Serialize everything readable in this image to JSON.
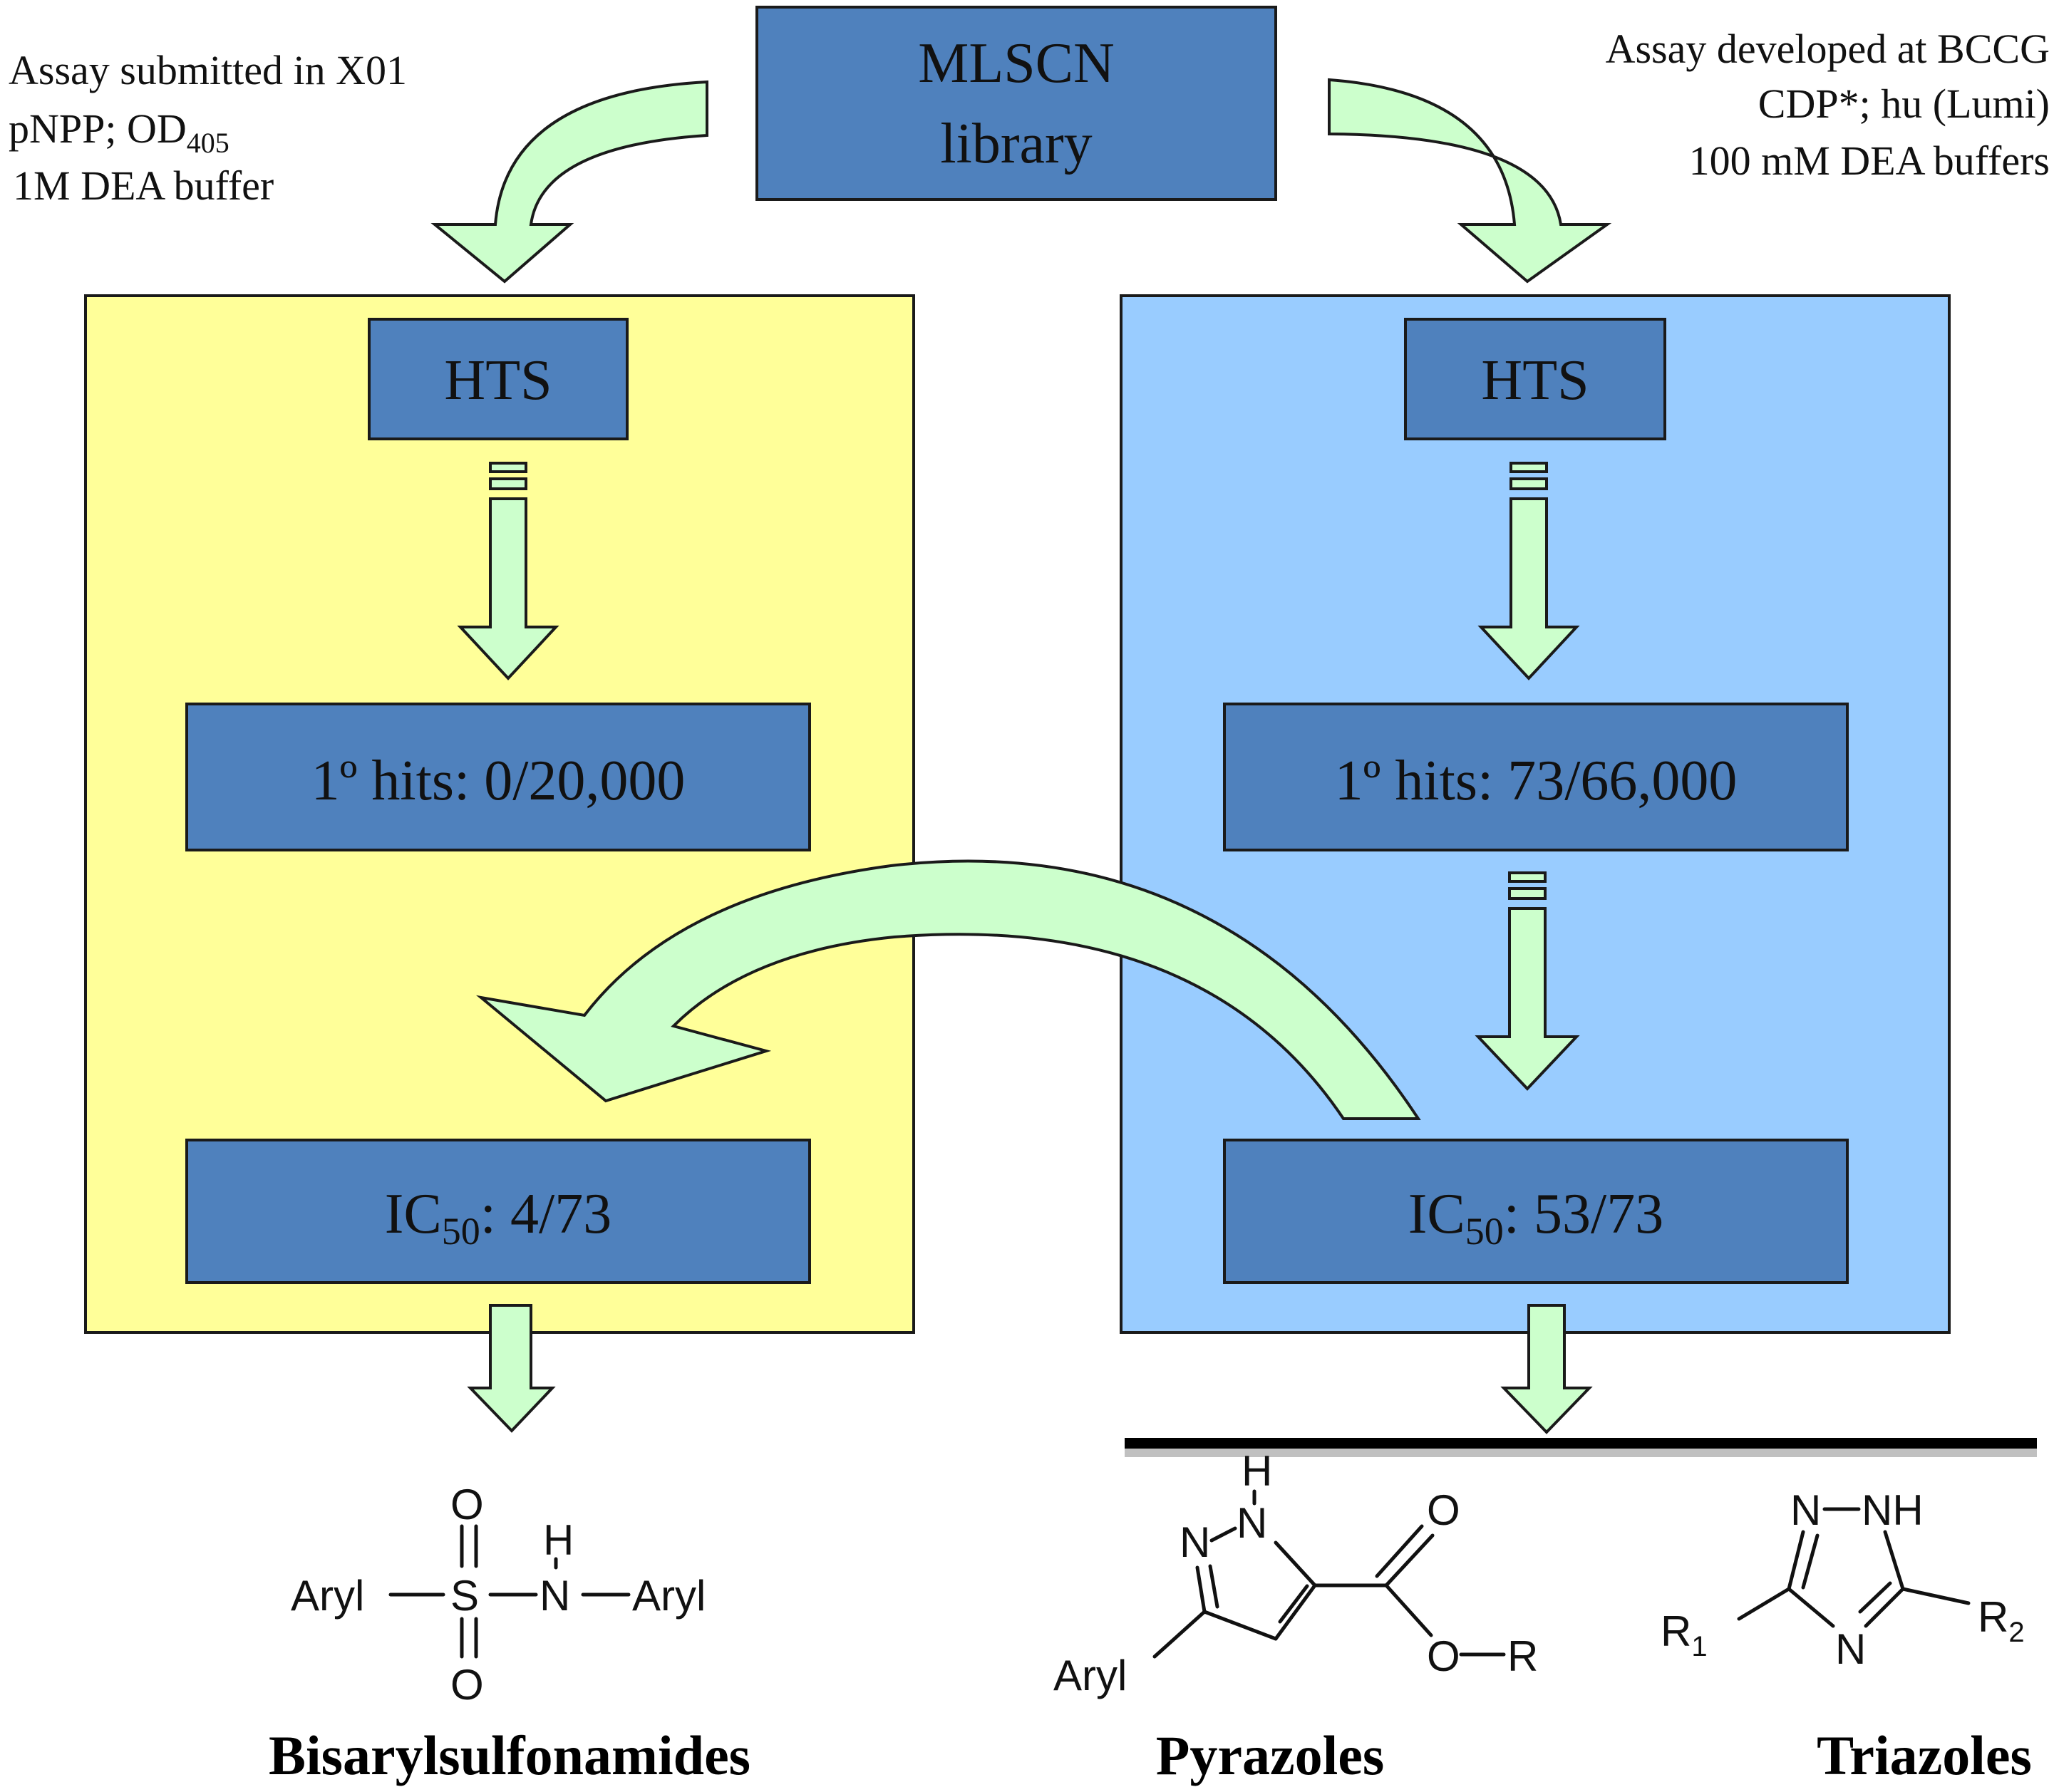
{
  "library": {
    "line1": "MLSCN",
    "line2": "library"
  },
  "left_note": {
    "line1": "Assay submitted in X01",
    "line2_prefix": "pNPP; OD",
    "line2_sub": "405",
    "line3": "1M DEA buffer"
  },
  "right_note": {
    "line1": "Assay developed at BCCG",
    "line2": "CDP*; hu (Lumi)",
    "line3": "100 mM DEA buffers"
  },
  "left_panel": {
    "hts": "HTS",
    "hits": "1º hits: 0/20,000",
    "ic50_prefix": "IC",
    "ic50_sub": "50",
    "ic50_suffix": ": 4/73"
  },
  "right_panel": {
    "hts": "HTS",
    "hits": "1º hits: 73/66,000",
    "ic50_prefix": "IC",
    "ic50_sub": "50",
    "ic50_suffix": ": 53/73"
  },
  "compounds": {
    "bisaryl": {
      "name": "Bisarylsulfonamides",
      "aryl_left": "Aryl",
      "s": "S",
      "n": "N",
      "h": "H",
      "aryl_right": "Aryl",
      "o_top": "O",
      "o_bottom": "O"
    },
    "pyrazole": {
      "name": "Pyrazoles",
      "h": "H",
      "n1": "N",
      "n2": "N",
      "o1": "O",
      "o2": "O",
      "r": "R",
      "aryl": "Aryl"
    },
    "triazole": {
      "name": "Triazoles",
      "n1": "N",
      "nh": "NH",
      "n3": "N",
      "r1": "R",
      "r1_sub": "1",
      "r2": "R",
      "r2_sub": "2"
    }
  },
  "colors": {
    "left_panel": "#ffff99",
    "right_panel": "#99ccff",
    "step_box": "#4f81bd",
    "arrow_fill": "#ccffcc"
  }
}
